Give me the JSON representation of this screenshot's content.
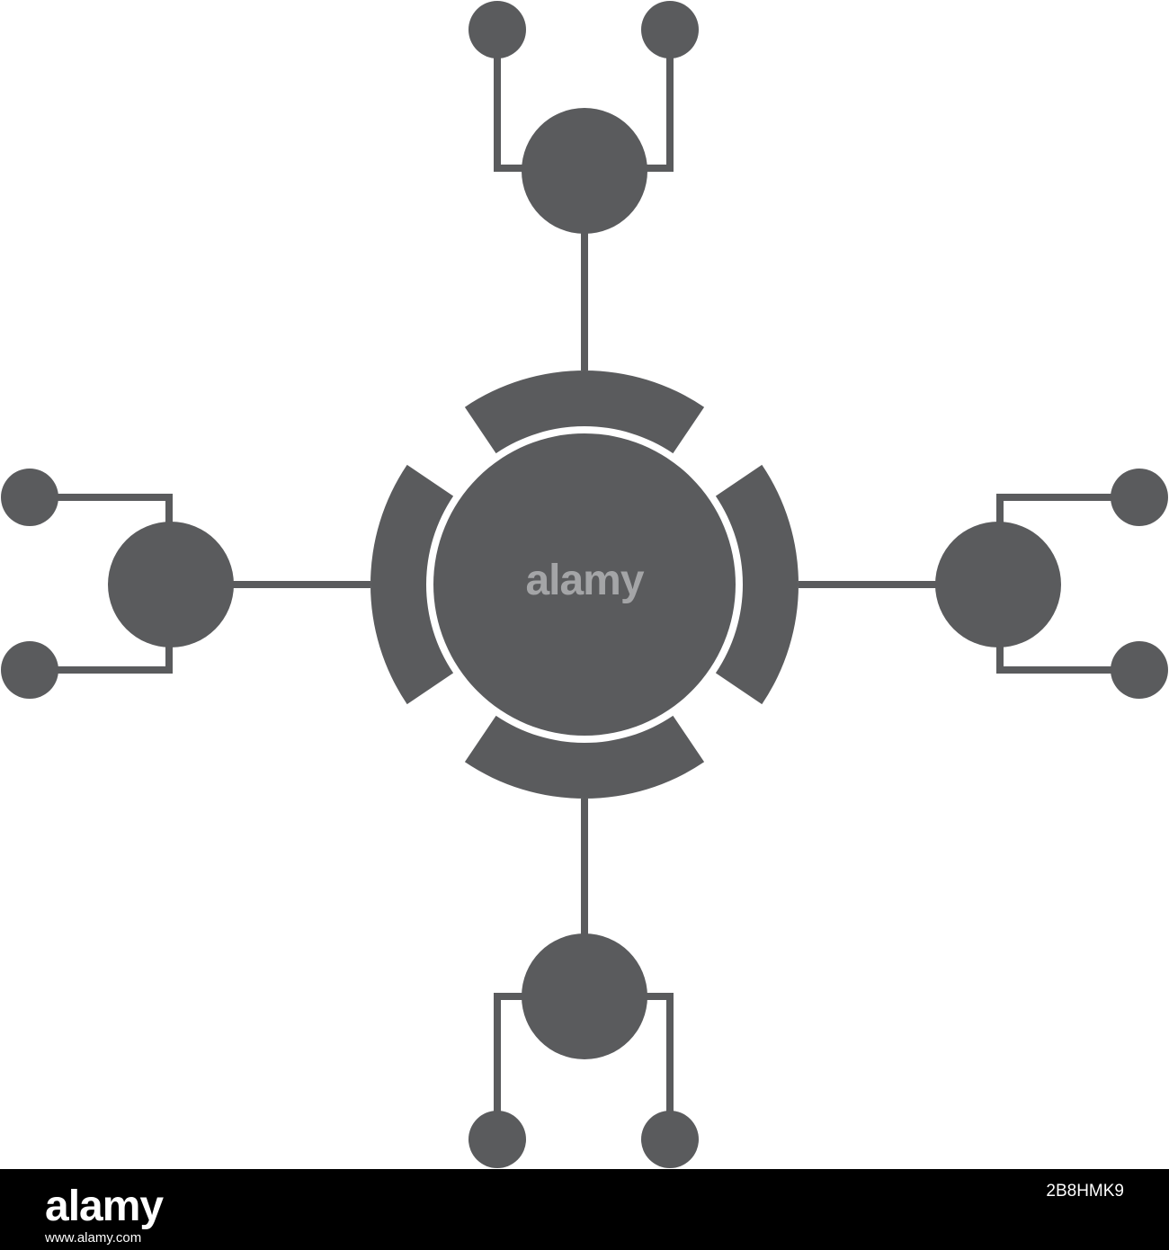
{
  "diagram": {
    "fill_color": "#5a5b5d",
    "background_color": "#ffffff",
    "description_nodes": [
      {
        "name": "central-hub-node",
        "icon": "hub-icon"
      },
      {
        "name": "satellite-node-top",
        "icon": "node-icon"
      },
      {
        "name": "satellite-node-right",
        "icon": "node-icon"
      },
      {
        "name": "satellite-node-bottom",
        "icon": "node-icon"
      },
      {
        "name": "satellite-node-left",
        "icon": "node-icon"
      }
    ]
  },
  "watermark": {
    "text": "alamy"
  },
  "footer": {
    "logo": "alamy",
    "domain": "www.alamy.com",
    "image_id": "2B8HMK9"
  }
}
